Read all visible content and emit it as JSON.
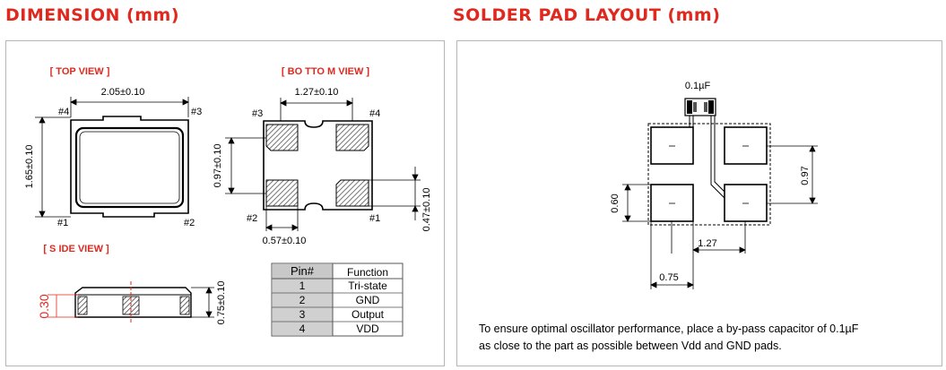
{
  "headers": {
    "dimension": "DIMENSION (mm)",
    "solder": "SOLDER PAD LAYOUT (mm)"
  },
  "colors": {
    "accent": "#e0291e",
    "pad_hatch": "#808080",
    "table_header": "#c8c8c8",
    "table_row": "#d0d0d0"
  },
  "dimension": {
    "top_view": {
      "title": "[ TOP VIEW ]",
      "width": "2.05±0.10",
      "height": "1.65±0.10",
      "pins": [
        "#4",
        "#3",
        "#1",
        "#2"
      ]
    },
    "bottom_view": {
      "title": "[ BO TTO M VIEW ]",
      "pitch": "1.27±0.10",
      "pad_height": "0.97±0.10",
      "pad_width": "0.57±0.10",
      "pad_side": "0.47±0.10",
      "pins": [
        "#3",
        "#4",
        "#2",
        "#1"
      ]
    },
    "side_view": {
      "title": "[ S IDE VIEW ]",
      "offset": "0.30",
      "height": "0.75±0.10"
    },
    "pin_table": {
      "headers": [
        "Pin#",
        "Function"
      ],
      "rows": [
        [
          "1",
          "Tri-state"
        ],
        [
          "2",
          "GND"
        ],
        [
          "3",
          "Output"
        ],
        [
          "4",
          "VDD"
        ]
      ]
    }
  },
  "solder": {
    "capacitor": "0.1µF",
    "dim_097": "0.97",
    "dim_060": "0.60",
    "dim_127": "1.27",
    "dim_075": "0.75",
    "note_line1": "To ensure optimal oscillator performance, place a by-pass capacitor of 0.1µF",
    "note_line2": "as close to the part as possible between Vdd and GND pads."
  }
}
